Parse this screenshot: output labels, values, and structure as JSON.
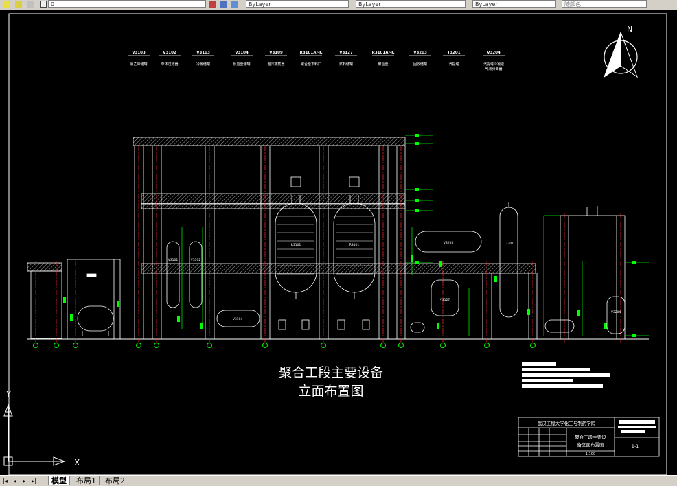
{
  "toolbar": {
    "layer_combo": "0",
    "prop_combo_1": "ByLayer",
    "prop_combo_2": "ByLayer",
    "prop_combo_3": "ByLayer",
    "plot_style": "随颜色"
  },
  "drawing": {
    "title_line1": "聚合工段主要设备",
    "title_line2": "立面布置图",
    "north_label": "N",
    "equipment_tags": [
      {
        "tag": "V3103",
        "name": "氯乙烯储罐"
      },
      {
        "tag": "V3102",
        "name": "单体过滤器"
      },
      {
        "tag": "V3103",
        "name": "冷凝储罐"
      },
      {
        "tag": "V3104",
        "name": "反应釜储罐"
      },
      {
        "tag": "V3109",
        "name": "泡沫捕集器"
      },
      {
        "tag": "R3101A~K",
        "name": "聚合釜下料口"
      },
      {
        "tag": "V3127",
        "name": "浆料储罐"
      },
      {
        "tag": "R3101A~K",
        "name": "聚合釜"
      },
      {
        "tag": "V3203",
        "name": "回收储罐"
      },
      {
        "tag": "T3201",
        "name": "汽提塔"
      },
      {
        "tag": "V3204",
        "name": "汽提塔冷凝液",
        "name2": "气液分离器"
      }
    ],
    "vessel_labels": [
      "V3101",
      "V3102",
      "V3104",
      "R3101",
      "R3101",
      "V3203",
      "T3201",
      "V3127",
      "V3204"
    ],
    "title_block": {
      "school": "武汉工程大学化工与制药学院",
      "drawing_name_1": "聚合工段主要设",
      "drawing_name_2": "备立面布置图",
      "scale": "1:100",
      "sheet": "1-1"
    }
  },
  "ucs": {
    "x_label": "X",
    "y_label": "Y"
  },
  "statusbar": {
    "nav_first": "|◂",
    "nav_prev": "◂",
    "nav_next": "▸",
    "nav_last": "▸|",
    "tabs": [
      "模型",
      "布局1",
      "布局2"
    ],
    "active_tab": "模型"
  }
}
